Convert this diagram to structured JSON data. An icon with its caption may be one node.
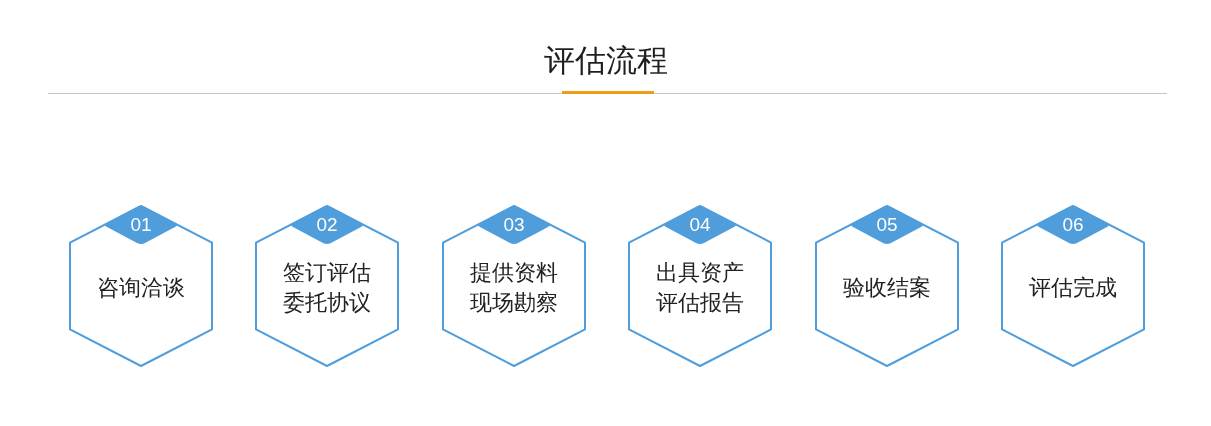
{
  "diagram": {
    "title": "评估流程",
    "nodes": [
      {
        "text": [
          "咨询洽谈"
        ]
      },
      {
        "text": [
          "01"
        ],
        "in": 0
      },
      {
        "text": [
          "签订评估委托协议"
        ]
      },
      {
        "text": [
          "02"
        ],
        "in": 2
      },
      {
        "text": [
          "提供资料现场勘察"
        ]
      },
      {
        "text": [
          "03"
        ],
        "in": 4
      },
      {
        "text": [
          "出具资产评估报告"
        ]
      },
      {
        "text": [
          "04"
        ],
        "in": 6
      },
      {
        "text": [
          "验收结案"
        ]
      },
      {
        "text": [
          "05"
        ],
        "in": 8
      },
      {
        "text": [
          "评估完成"
        ]
      },
      {
        "text": [
          "06"
        ],
        "in": 10
      }
    ]
  }
}
